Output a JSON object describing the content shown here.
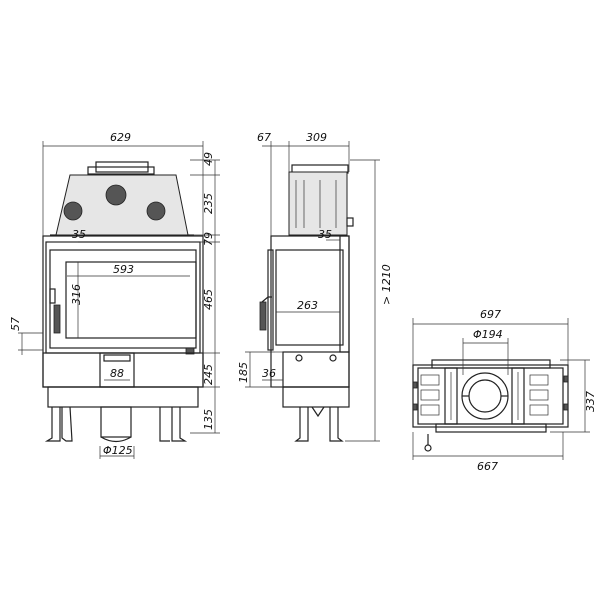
{
  "front_view": {
    "width": "629",
    "glass_width": "593",
    "glass_height": "316",
    "side_offset": "35",
    "flue_top": "49",
    "upper_section": "235",
    "frame_band": "79",
    "door_height": "465",
    "base_section": "245",
    "legs": "135",
    "left_height": "57",
    "air_inlet": "88",
    "air_diameter": "Φ125"
  },
  "side_view": {
    "offset": "67",
    "depth": "309",
    "inner_offset": "35",
    "chamber_depth": "263",
    "air_height": "185",
    "air_width": "36",
    "total_height": "> 1210"
  },
  "top_view": {
    "width": "697",
    "flue_diameter": "Φ194",
    "depth": "337",
    "base_width": "667"
  }
}
